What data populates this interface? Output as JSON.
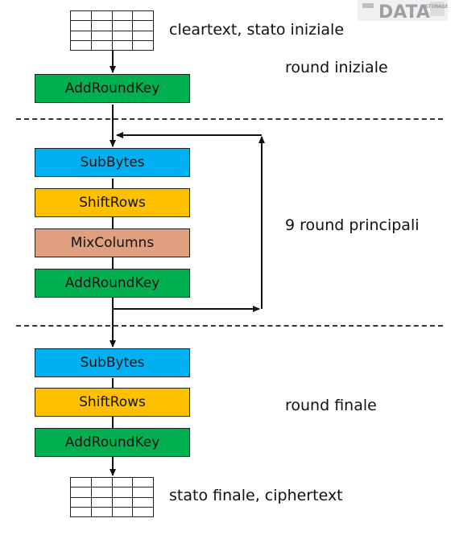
{
  "blocks": {
    "initial_addroundkey": "AddRoundKey",
    "main_subbytes": "SubBytes",
    "main_shiftrows": "ShiftRows",
    "main_mixcolumns": "MixColumns",
    "main_addroundkey": "AddRoundKey",
    "final_subbytes": "SubBytes",
    "final_shiftrows": "ShiftRows",
    "final_addroundkey": "AddRoundKey"
  },
  "labels": {
    "input_state": "cleartext, stato iniziale",
    "round_initial": "round iniziale",
    "round_main": "9 round principali",
    "round_final": "round finale",
    "output_state": "stato finale, ciphertext"
  },
  "logo": {
    "text": "DATA",
    "subtext": "STORAGE"
  },
  "colors": {
    "addroundkey": "#00b050",
    "subbytes": "#00b0f0",
    "shiftrows": "#ffc000",
    "mixcolumns": "#e0a080"
  }
}
